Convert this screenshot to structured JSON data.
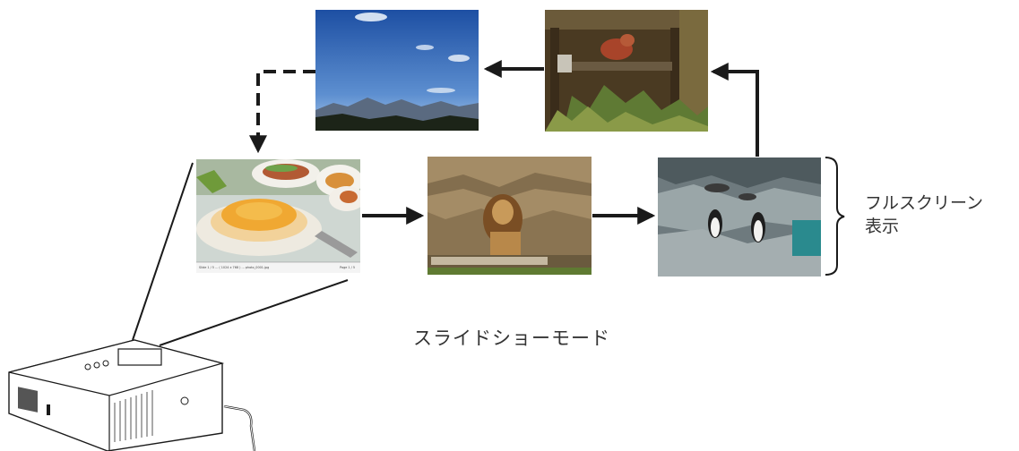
{
  "labels": {
    "fullscreen_line1": "フルスクリーン",
    "fullscreen_line2": "表示",
    "slideshow_mode": "スライドショーモード"
  },
  "photos": [
    {
      "id": "food",
      "subject": "food-dishes"
    },
    {
      "id": "lion",
      "subject": "lion"
    },
    {
      "id": "penguins",
      "subject": "penguins"
    },
    {
      "id": "red-panda",
      "subject": "red-panda"
    },
    {
      "id": "sky",
      "subject": "sky-mountains"
    }
  ],
  "food_slide_caption": {
    "left": "Slide 1 / 5 ... ( 1024 x 768 ) ... photo_0001.jpg",
    "right": "Page 1 / 5"
  },
  "colors": {
    "arrow": "#1a1a1a",
    "label": "#333333"
  }
}
